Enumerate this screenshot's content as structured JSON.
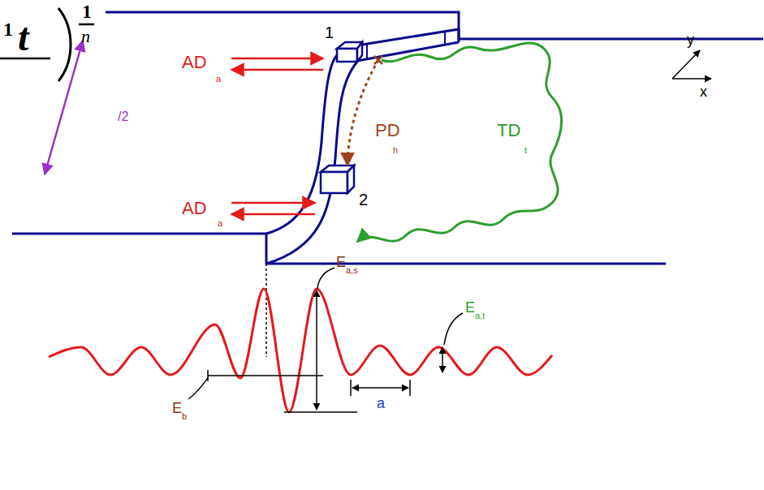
{
  "diagram": {
    "labels": [
      "1",
      "t",
      "1",
      "n",
      "AD",
      "a",
      "1",
      "/2",
      "PD",
      "TD",
      "h",
      "t",
      "AD",
      "a",
      "2",
      "y",
      "x",
      "E",
      "a,s",
      "E",
      "a,t",
      "E",
      "b",
      "a"
    ]
  }
}
